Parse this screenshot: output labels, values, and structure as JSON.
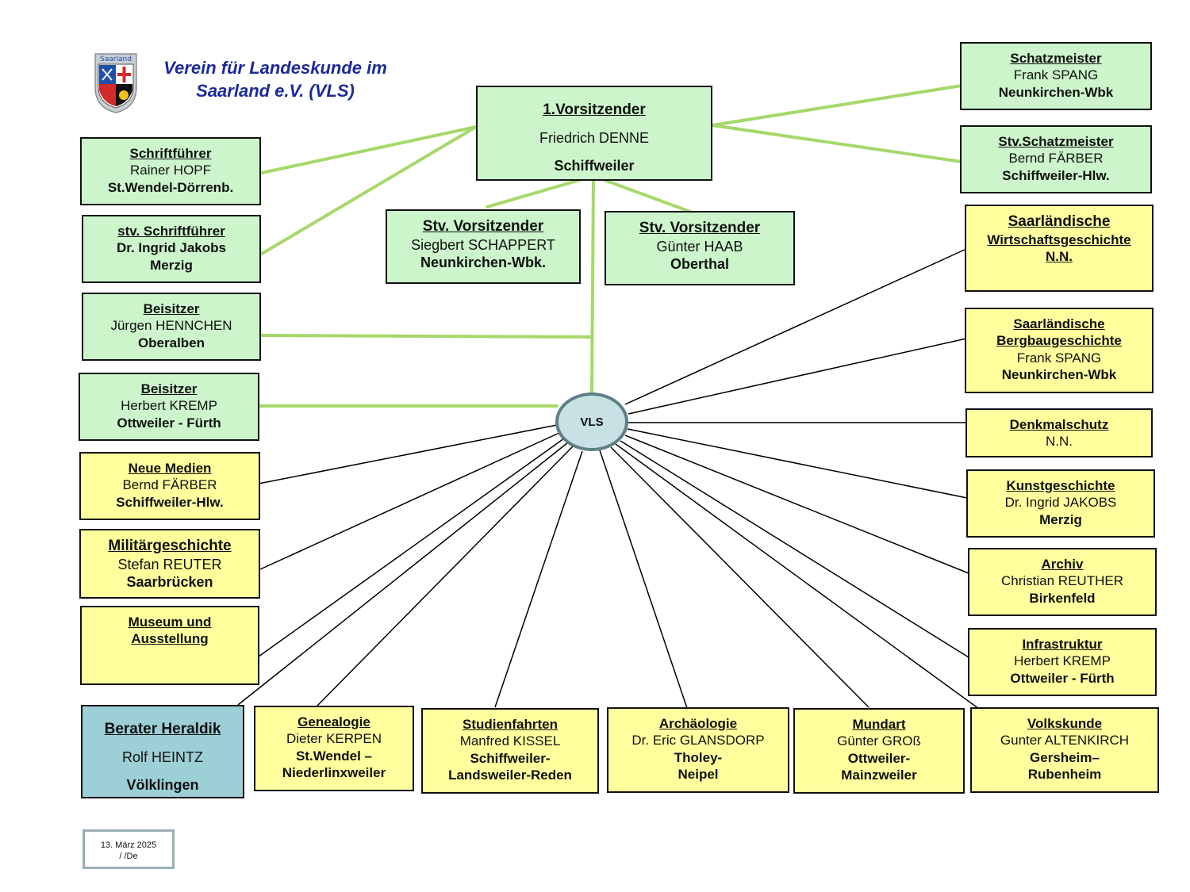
{
  "header": {
    "title_line1": "Verein für Landeskunde im",
    "title_line2": "Saarland e.V. (VLS)",
    "logo_text": "Saarland"
  },
  "hub": {
    "label": "VLS"
  },
  "board": {
    "chair": {
      "title": "1.Vorsitzender",
      "person": "Friedrich  DENNE",
      "location": "Schiffweiler"
    },
    "vice1": {
      "title": "Stv. Vorsitzender",
      "person": "Siegbert SCHAPPERT",
      "location": "Neunkirchen-Wbk."
    },
    "vice2": {
      "title": "Stv. Vorsitzender",
      "person": "Günter  HAAB",
      "location": "Oberthal"
    },
    "treasurer": {
      "title": "Schatzmeister",
      "person": "Frank SPANG",
      "location": "Neunkirchen-Wbk"
    },
    "vice_treasurer": {
      "title": "Stv.Schatzmeister",
      "person": "Bernd FÄRBER",
      "location": "Schiffweiler-Hlw."
    },
    "secretary": {
      "title": "Schriftführer",
      "person": "Rainer HOPF",
      "location": "St.Wendel-Dörrenb."
    },
    "vice_secretary": {
      "title": "stv. Schriftführer",
      "person": "Dr. Ingrid Jakobs",
      "location": "Merzig"
    },
    "assessor1": {
      "title": "Beisitzer",
      "person": "Jürgen HENNCHEN",
      "location": "Oberalben"
    },
    "assessor2": {
      "title": "Beisitzer",
      "person": "Herbert KREMP",
      "location": "Ottweiler - Fürth"
    }
  },
  "sections": {
    "neue_medien": {
      "title": "Neue Medien",
      "person": "Bernd FÄRBER",
      "location": "Schiffweiler-Hlw."
    },
    "militaer": {
      "title": "Militärgeschichte",
      "person": "Stefan REUTER",
      "location": "Saarbrücken"
    },
    "museum": {
      "title1": "Museum und",
      "title2": "Ausstellung"
    },
    "heraldik": {
      "title": "Berater  Heraldik",
      "person": "Rolf HEINTZ",
      "location": "Völklingen"
    },
    "genealogie": {
      "title": "Genealogie",
      "person": "Dieter KERPEN",
      "location1": "St.Wendel –",
      "location2": "Niederlinxweiler"
    },
    "studienfahrten": {
      "title": "Studienfahrten",
      "person": "Manfred KISSEL",
      "location1": "Schiffweiler-",
      "location2": "Landsweiler-Reden"
    },
    "archaeologie": {
      "title": "Archäologie",
      "person": "Dr. Eric GLANSDORP",
      "location1": "Tholey-",
      "location2": "Neipel"
    },
    "mundart": {
      "title": "Mundart",
      "person": "Günter GROß",
      "location1": "Ottweiler-",
      "location2": "Mainzweiler"
    },
    "volkskunde": {
      "title": "Volkskunde",
      "person": "Gunter ALTENKIRCH",
      "location1": "Gersheim–",
      "location2": "Rubenheim"
    },
    "wirtschaft": {
      "title1": "Saarländische",
      "title2": "Wirtschaftsgeschichte",
      "person": "N.N."
    },
    "bergbau": {
      "title1": "Saarländische",
      "title2": "Bergbaugeschichte",
      "person": "Frank SPANG",
      "location": "Neunkirchen-Wbk"
    },
    "denkmal": {
      "title": "Denkmalschutz",
      "person": "N.N."
    },
    "kunst": {
      "title": "Kunstgeschichte",
      "person": "Dr. Ingrid JAKOBS",
      "location": "Merzig"
    },
    "archiv": {
      "title": "Archiv",
      "person": "Christian REUTHER",
      "location": "Birkenfeld"
    },
    "infrastruktur": {
      "title": "Infrastruktur",
      "person": "Herbert KREMP",
      "location": "Ottweiler - Fürth"
    }
  },
  "footer": {
    "date": "13. März 2025",
    "ref": "/ /De"
  },
  "colors": {
    "board_fill": "#ccf5cc",
    "section_fill": "#ffff9e",
    "advisor_fill": "#9ccfd6",
    "board_link": "#a6d86a",
    "title_blue": "#1b2a9a"
  }
}
